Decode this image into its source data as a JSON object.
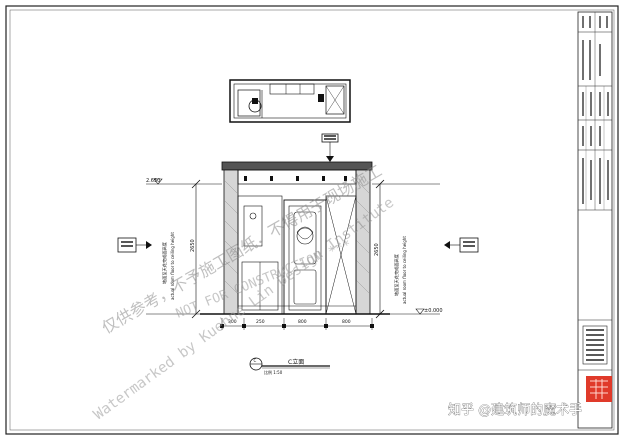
{
  "drawing": {
    "view_title": "C立面",
    "scale_label": "比例 1:50",
    "view_tag": "C",
    "level_top": "2.650",
    "level_bottom": "±0.000",
    "height_dim": "2650",
    "height_note_left_cn": "地面至天花完成面高度",
    "height_note_left_en": "actual room floor to ceiling height",
    "height_note_right_cn": "地面至天花完成面高度",
    "height_note_right_en": "actual room floor to ceiling height",
    "bottom_dims": [
      "250",
      "800",
      "800"
    ],
    "bottom_left_dim": "300"
  },
  "watermarks": {
    "en_1": "Watermarked by Kuehne Lin Design Institute",
    "en_2": "NOT FOR CONSTRUCTION ***",
    "cn_1": "仅供参考，不予施工图纸，不得用于现场施工"
  },
  "credit": "知乎 @建筑师的魔术手",
  "colors": {
    "line": "#111111",
    "frame": "#222222",
    "stamp": "#e03a2a",
    "watermark": "#9a9a9a"
  }
}
